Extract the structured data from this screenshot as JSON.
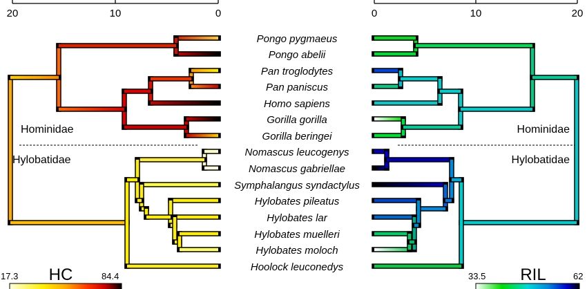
{
  "taxa": [
    "Pongo pygmaeus",
    "Pongo abelii",
    "Pan troglodytes",
    "Pan paniscus",
    "Homo sapiens",
    "Gorilla gorilla",
    "Gorilla beringei",
    "Nomascus leucogenys",
    "Nomascus gabriellae",
    "Symphalangus syndactylus",
    "Hylobates pileatus",
    "Hylobates lar",
    "Hylobates muelleri",
    "Hylobates moloch",
    "Hoolock leuconedys"
  ],
  "groups": {
    "top": "Hominidae",
    "bottom": "Hylobatidae"
  },
  "left_axis": {
    "ticks": [
      "20",
      "10",
      "0"
    ],
    "tick_values": [
      20,
      10,
      0
    ]
  },
  "right_axis": {
    "ticks": [
      "0",
      "10",
      "20"
    ],
    "tick_values": [
      0,
      10,
      20
    ]
  },
  "legends": {
    "hc": {
      "title": "HC",
      "min": "17.3",
      "max": "84.4"
    },
    "ril": {
      "title": "RIL",
      "min": "33.5",
      "max": "62"
    }
  },
  "colors": {
    "hc_scale": [
      "#ffffe0",
      "#ffee00",
      "#ffaa00",
      "#ff3300",
      "#cc0000",
      "#000000"
    ],
    "ril_scale": [
      "#ffffff",
      "#00dd00",
      "#00d8d8",
      "#0088dd",
      "#0000cc",
      "#000000"
    ]
  }
}
